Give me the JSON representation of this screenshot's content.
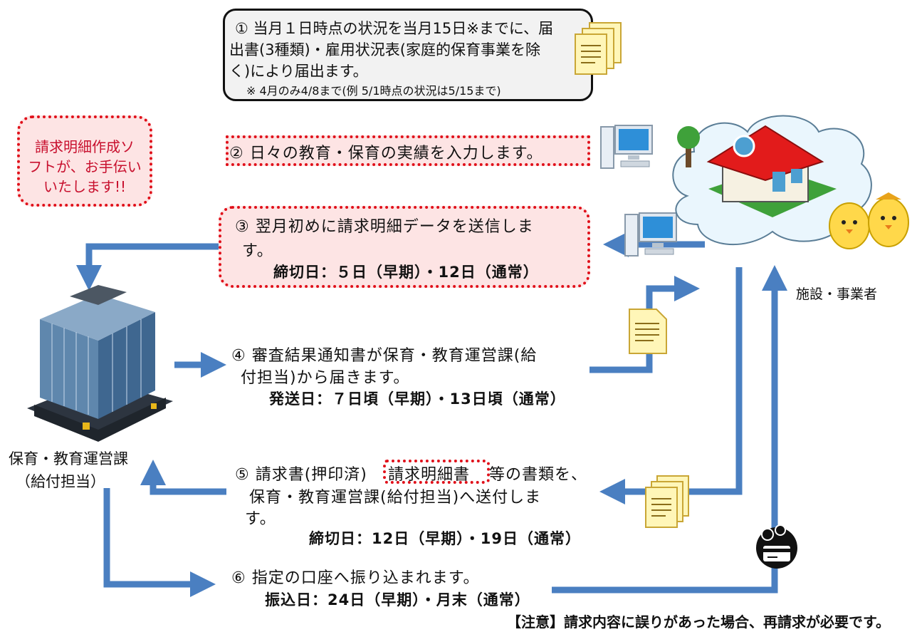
{
  "step1": {
    "line1": "① 当月１日時点の状況を当月15日※までに、届",
    "line2": "出書(3種類)・雇用状況表(家庭的保育事業を除",
    "line3": "く)により届出ます。",
    "note": "※ 4月のみ4/8まで(例 5/1時点の状況は5/15まで)"
  },
  "helper": {
    "line1": "請求明細作成ソ",
    "line2": "フトが、お手伝い",
    "line3": "いたします!!"
  },
  "step2": {
    "text": "② 日々の教育・保育の実績を入力します。"
  },
  "step3": {
    "line1": "③ 翌月初めに請求明細データを送信しま",
    "line2": "す。",
    "deadline": "締切日：５日（早期）・12日（通常）"
  },
  "step4": {
    "line1": "④ 審査結果通知書が保育・教育運営課(給",
    "line2": "付担当)から届きます。",
    "deadline": "発送日：７日頃（早期）・13日頃（通常）"
  },
  "step5": {
    "line1_a": "⑤ 請求書(押印済)",
    "line1_b": "請求明細書",
    "line1_c": "等の書類を、",
    "line2": "保育・教育運営課(給付担当)へ送付しま",
    "line3": "す。",
    "deadline": "締切日：12日（早期）・19日（通常）"
  },
  "step6": {
    "text": "⑥ 指定の口座へ振り込まれます。",
    "deadline": "振込日：24日（早期）・月末（通常）"
  },
  "agency": {
    "line1": "保育・教育運営課",
    "line2": "（給付担当）"
  },
  "facility": {
    "label": "施設・事業者"
  },
  "warning": {
    "text": "【注意】請求内容に誤りがあった場合、再請求が必要です。"
  },
  "colors": {
    "arrow": "#4a7fc1",
    "dotted_border": "#e0101a",
    "dotted_fill": "#fde4e4",
    "step1_fill": "#f2f2f2"
  },
  "icons": [
    "document-stack-icon",
    "computer-icon",
    "building-icon",
    "facility-house-icon",
    "mascot-icon",
    "bank-card-icon",
    "document-icon"
  ]
}
